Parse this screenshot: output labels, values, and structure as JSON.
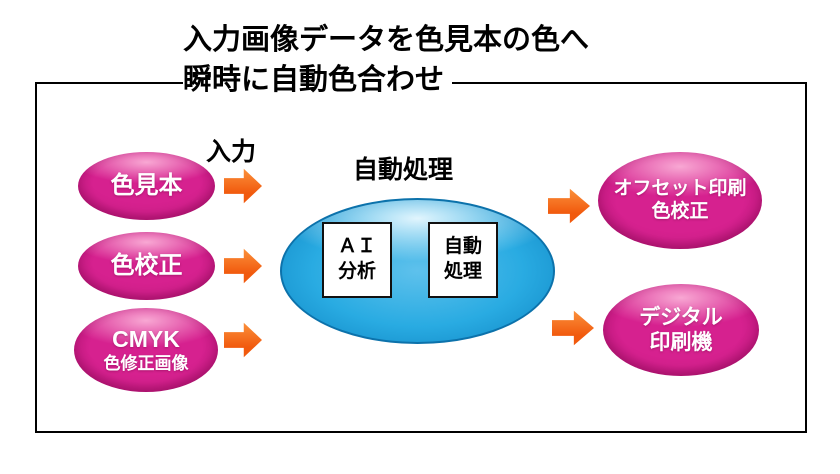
{
  "title": {
    "line1": "入力画像データを色見本の色へ",
    "line2": "瞬時に自動色合わせ"
  },
  "labels": {
    "input": "入力",
    "auto_process": "自動処理"
  },
  "inputs": [
    {
      "lines": [
        "色見本"
      ]
    },
    {
      "lines": [
        "色校正"
      ]
    },
    {
      "lines": [
        "CMYK",
        "色修正画像"
      ]
    }
  ],
  "process": {
    "boxes": [
      {
        "lines": [
          "ＡＩ",
          "分析"
        ]
      },
      {
        "lines": [
          "自動",
          "処理"
        ]
      }
    ]
  },
  "outputs": [
    {
      "lines": [
        "オフセット印刷",
        "色校正"
      ]
    },
    {
      "lines": [
        "デジタル",
        "印刷機"
      ]
    }
  ],
  "colors": {
    "pink": "#d6218f",
    "blue": "#29abe2",
    "orange": "#f15a0e"
  }
}
